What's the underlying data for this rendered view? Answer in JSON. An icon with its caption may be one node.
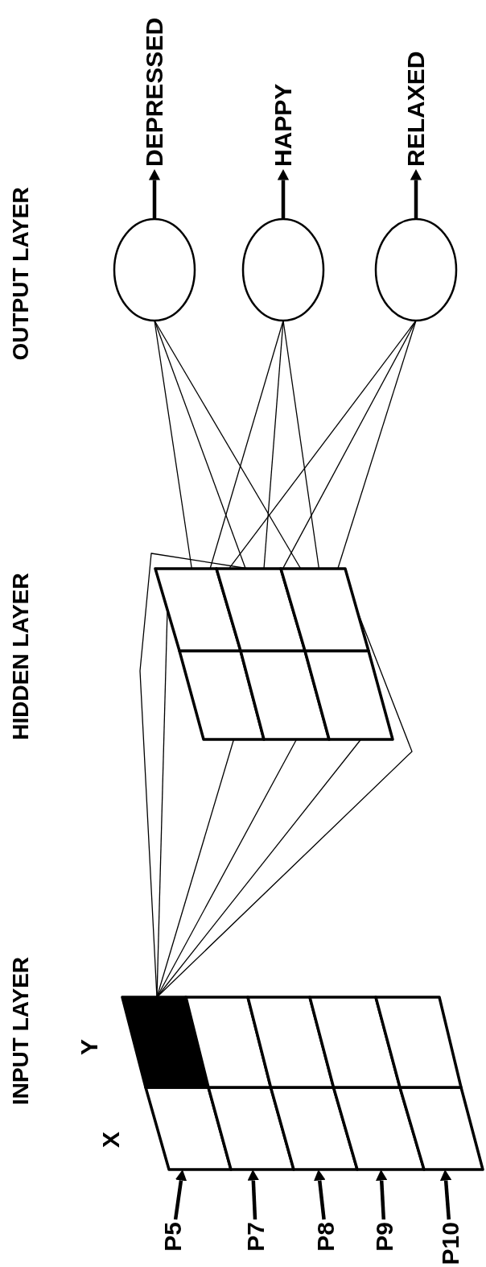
{
  "diagram": {
    "nodes": [
      {
        "text": [
          "P5"
        ]
      },
      {
        "text": [
          "P7"
        ]
      },
      {
        "text": [
          "P8"
        ]
      },
      {
        "text": [
          "P9"
        ]
      },
      {
        "text": [
          "P10"
        ]
      },
      {
        "text": [],
        "shape": "box"
      },
      {
        "text": [],
        "shape": "box"
      },
      {
        "text": [],
        "shape": "box"
      },
      {
        "text": [],
        "shape": "box"
      },
      {
        "text": [],
        "shape": "box"
      },
      {
        "text": [],
        "shape": "box"
      },
      {
        "text": [],
        "shape": "box"
      },
      {
        "text": [],
        "shape": "box"
      },
      {
        "text": [],
        "shape": "box"
      },
      {
        "text": [],
        "shape": "box"
      },
      {
        "text": [],
        "shape": "box"
      },
      {
        "text": [],
        "shape": "box"
      },
      {
        "text": [],
        "shape": "box"
      },
      {
        "text": [],
        "shape": "box"
      },
      {
        "text": [],
        "shape": "box"
      },
      {
        "text": [],
        "shape": "box"
      },
      {
        "text": [],
        "shape": "circle"
      },
      {
        "text": [],
        "shape": "circle"
      },
      {
        "text": [],
        "shape": "circle"
      },
      {
        "text": [
          "DEPRESSED"
        ]
      },
      {
        "text": [
          "HAPPY"
        ]
      },
      {
        "text": [
          "RELAXED"
        ]
      }
    ],
    "edges": [
      {
        "from": 0,
        "to": 5,
        "arrow": "to",
        "style": "thick"
      },
      {
        "from": 1,
        "to": 7,
        "arrow": "to",
        "style": "thick"
      },
      {
        "from": 2,
        "to": 9,
        "arrow": "to",
        "style": "thick"
      },
      {
        "from": 3,
        "to": 11,
        "arrow": "to",
        "style": "thick"
      },
      {
        "from": 4,
        "to": 13,
        "arrow": "to",
        "style": "thick"
      },
      {
        "from": 6,
        "to": 15,
        "arrow": "none"
      },
      {
        "from": 6,
        "to": 16,
        "arrow": "none"
      },
      {
        "from": 6,
        "to": 17,
        "arrow": "none"
      },
      {
        "from": 6,
        "to": 18,
        "arrow": "none"
      },
      {
        "from": 6,
        "to": 19,
        "arrow": "none"
      },
      {
        "from": 6,
        "to": 20,
        "arrow": "none"
      },
      {
        "from": 16,
        "to": 21,
        "arrow": "none"
      },
      {
        "from": 18,
        "to": 21,
        "arrow": "none"
      },
      {
        "from": 20,
        "to": 21,
        "arrow": "none"
      },
      {
        "from": 16,
        "to": 22,
        "arrow": "none"
      },
      {
        "from": 18,
        "to": 22,
        "arrow": "none"
      },
      {
        "from": 20,
        "to": 22,
        "arrow": "none"
      },
      {
        "from": 16,
        "to": 23,
        "arrow": "none"
      },
      {
        "from": 18,
        "to": 23,
        "arrow": "none"
      },
      {
        "from": 20,
        "to": 23,
        "arrow": "none"
      },
      {
        "from": 21,
        "to": 24,
        "arrow": "to",
        "style": "thick"
      },
      {
        "from": 22,
        "to": 25,
        "arrow": "to",
        "style": "thick"
      },
      {
        "from": 23,
        "to": 26,
        "arrow": "to",
        "style": "thick"
      }
    ],
    "labels": [
      "INPUT LAYER",
      "HIDDEN LAYER",
      "OUTPUT LAYER",
      "X",
      "Y"
    ]
  }
}
